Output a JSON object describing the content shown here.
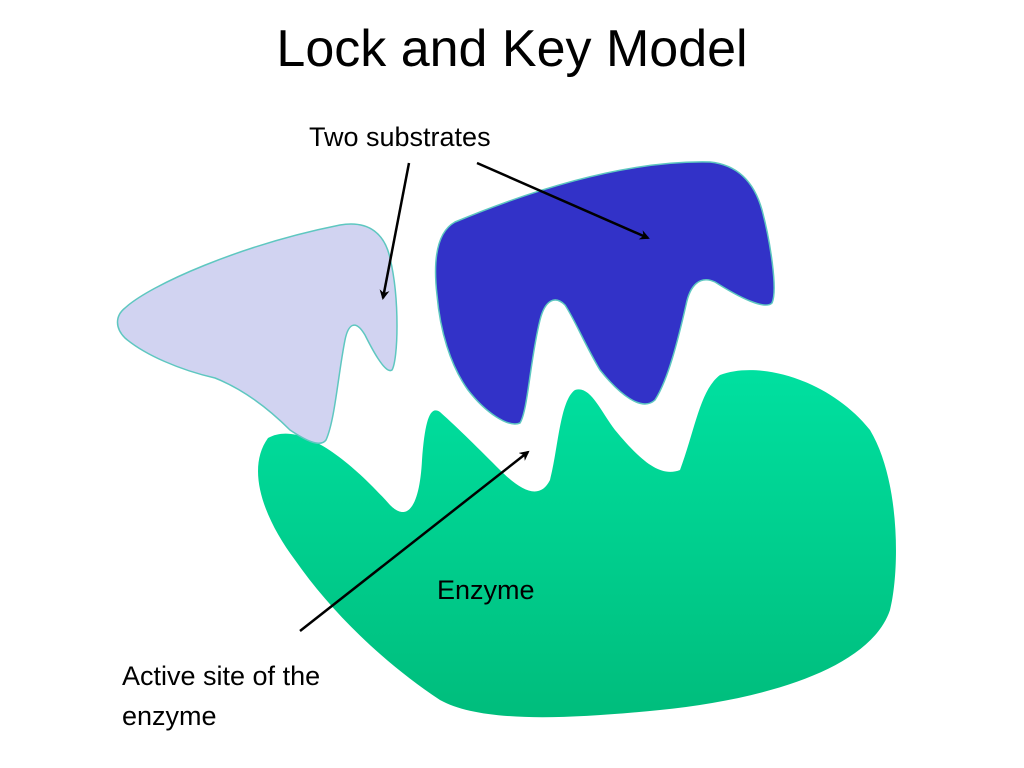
{
  "title": "Lock and Key Model",
  "labels": {
    "substrates": "Two substrates",
    "enzyme": "Enzyme",
    "active_site": "Active site of the enzyme"
  },
  "colors": {
    "substrate_light": "#d1d3f1",
    "substrate_light_outline": "#5ec7c0",
    "substrate_dark": "#3232c8",
    "substrate_dark_outline": "#5ec7c0",
    "enzyme_top": "#00e0a0",
    "enzyme_bottom": "#00bd7c",
    "arrow": "#000000"
  }
}
